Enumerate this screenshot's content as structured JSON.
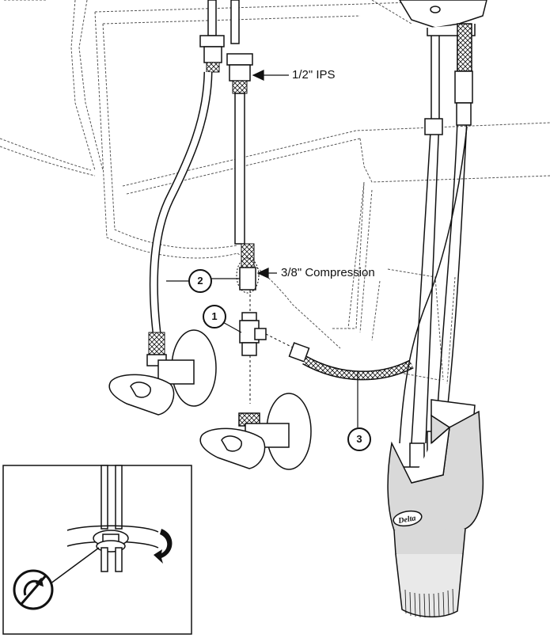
{
  "labels": {
    "ips": "1/2\" IPS",
    "compression": "3/8\" Compression"
  },
  "callouts": {
    "one": "1",
    "two": "2",
    "three": "3"
  },
  "logo": "Delta",
  "colors": {
    "line": "#111111",
    "hidden_line": "#555555",
    "fill": "#ffffff",
    "shade": "#d9d9d9"
  }
}
